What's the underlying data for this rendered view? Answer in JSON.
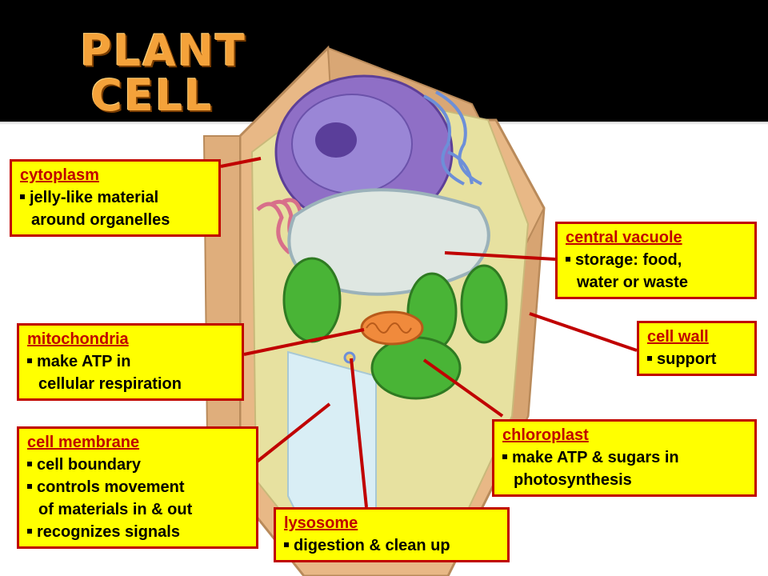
{
  "title": {
    "line1": "PLANT",
    "line2": "CELL"
  },
  "labels": {
    "cytoplasm": {
      "head": "cytoplasm",
      "items": [
        "jelly-like material",
        "around organelles"
      ]
    },
    "vacuole": {
      "head": "central vacuole",
      "items": [
        "storage: food,",
        "water or waste"
      ]
    },
    "mito": {
      "head": "mitochondria",
      "items": [
        "make ATP in",
        "cellular respiration"
      ]
    },
    "wall": {
      "head": "cell wall",
      "items": [
        "support"
      ]
    },
    "chloro": {
      "head": "chloroplast",
      "items": [
        "make ATP & sugars in",
        "photosynthesis"
      ]
    },
    "membrane": {
      "head": "cell membrane",
      "items": [
        "cell boundary",
        "controls movement",
        "of materials in & out",
        "recognizes signals"
      ]
    },
    "lyso": {
      "head": "lysosome",
      "items": [
        "digestion & clean up"
      ]
    }
  },
  "colors": {
    "label_bg": "#ffff00",
    "label_border": "#c00000",
    "pointer": "#c00000",
    "title": "#f4a23a"
  }
}
